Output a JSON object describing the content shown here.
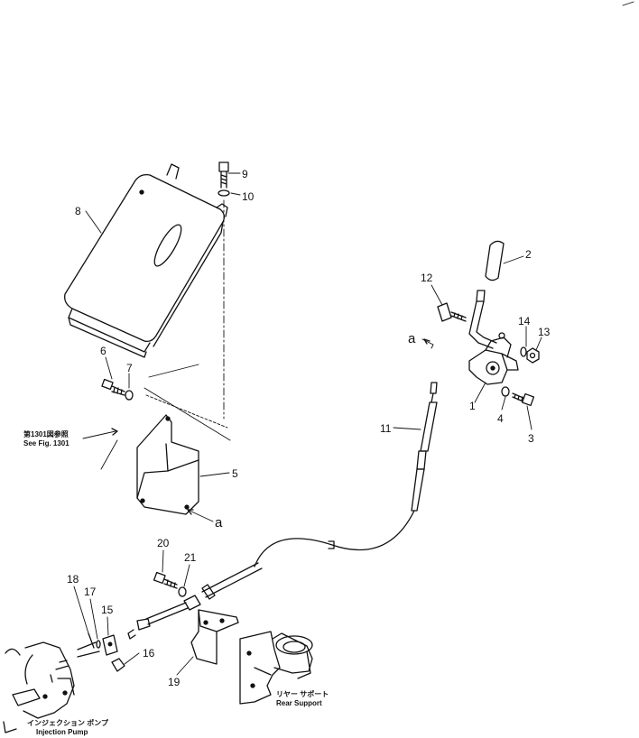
{
  "parts": [
    {
      "id": "p1",
      "label": "1"
    },
    {
      "id": "p2",
      "label": "2"
    },
    {
      "id": "p3",
      "label": "3"
    },
    {
      "id": "p4",
      "label": "4"
    },
    {
      "id": "p5",
      "label": "5"
    },
    {
      "id": "p6",
      "label": "6"
    },
    {
      "id": "p7",
      "label": "7"
    },
    {
      "id": "p8",
      "label": "8"
    },
    {
      "id": "p9",
      "label": "9"
    },
    {
      "id": "p10",
      "label": "10"
    },
    {
      "id": "p11",
      "label": "11"
    },
    {
      "id": "p12",
      "label": "12"
    },
    {
      "id": "p13",
      "label": "13"
    },
    {
      "id": "p14",
      "label": "14"
    },
    {
      "id": "p15",
      "label": "15"
    },
    {
      "id": "p16",
      "label": "16"
    },
    {
      "id": "p17",
      "label": "17"
    },
    {
      "id": "p18",
      "label": "18"
    },
    {
      "id": "p19",
      "label": "19"
    },
    {
      "id": "p20",
      "label": "20"
    },
    {
      "id": "p21",
      "label": "21"
    }
  ],
  "markers": {
    "a_top": "a",
    "a_bottom": "a"
  },
  "captions": {
    "see_fig_jp": "第1301図参照",
    "see_fig": "See Fig. 1301",
    "rear_support_jp": "リヤー サポート",
    "rear_support": "Rear Support",
    "injection_pump_jp": "インジェクション ポンプ",
    "injection_pump": "Injection Pump"
  }
}
